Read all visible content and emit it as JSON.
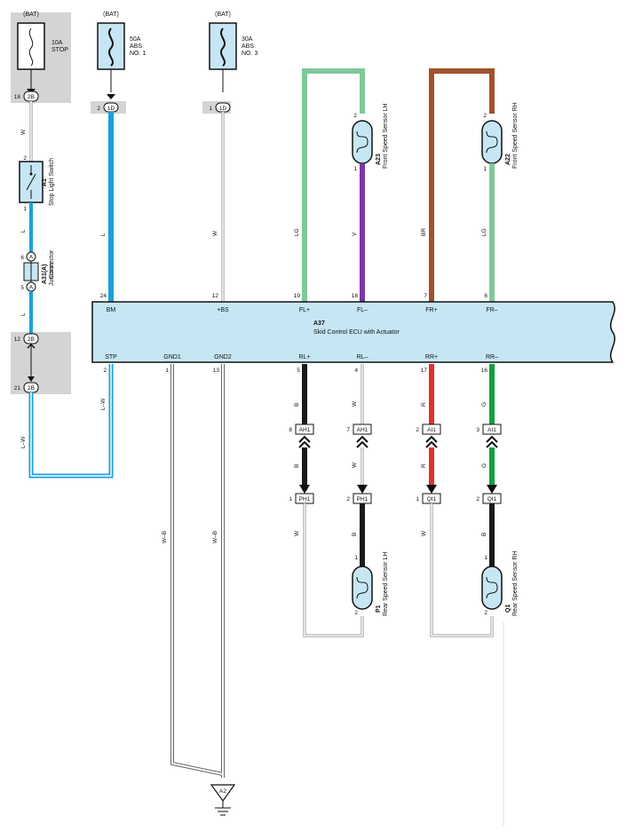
{
  "power": {
    "bat_label": "(BAT)",
    "fuse_stop": "10A\nSTOP",
    "fuse_abs1": "50A\nABS\nNO. 1",
    "fuse_abs3": "30A\nABS\nNO. 3"
  },
  "connectors": {
    "c2B": "2B",
    "c1D": "1D",
    "ah1": "AH1",
    "ai1": "AI1",
    "ph1": "PH1",
    "qi1": "QI1",
    "jA": "A",
    "a2": "A2"
  },
  "pins": {
    "p18": "18",
    "p2": "2",
    "p1": "1",
    "p6": "6",
    "p5": "5",
    "p12": "12",
    "p21": "21",
    "p24": "24",
    "p19": "19",
    "p7": "7",
    "p17": "17",
    "p16": "16",
    "p4": "4",
    "p13": "13",
    "p8": "8",
    "p3": "3"
  },
  "components": {
    "a1_id": "A1",
    "a1_name": "Stop Light Switch",
    "a31_id": "A31(A)",
    "a31_name": "Junction\nConnector",
    "a23_id": "A23",
    "a23_name": "Front Speed Sensor LH",
    "a22_id": "A22",
    "a22_name": "Front Speed Sensor RH",
    "p1_id": "P1",
    "p1_name": "Rear Speed Sensor LH",
    "q1_id": "Q1",
    "q1_name": "Rear Speed Sensor RH"
  },
  "ecu": {
    "id": "A37",
    "name": "Skid Control ECU with Actuator",
    "top_terms": [
      "BM",
      "+BS",
      "FL+",
      "FL–",
      "FR+",
      "FR–"
    ],
    "bottom_terms": [
      "STP",
      "GND1",
      "GND2",
      "RL+",
      "RL–",
      "RR+",
      "RR–"
    ]
  },
  "wire_colors": {
    "W": "W",
    "L": "L",
    "LW": "L–W",
    "LG": "LG",
    "V": "V",
    "BR": "BR",
    "B": "B",
    "R": "R",
    "G": "G",
    "WB": "W–B"
  },
  "palette": {
    "blue": "#1aa0dc",
    "lightgreen": "#80c89a",
    "purple": "#7a36a4",
    "brown": "#a0522d",
    "black": "#1a1a1a",
    "red": "#e23030",
    "green": "#10a040",
    "ecu_fill": "#c6e6f4",
    "shade": "#d4d4d4"
  }
}
